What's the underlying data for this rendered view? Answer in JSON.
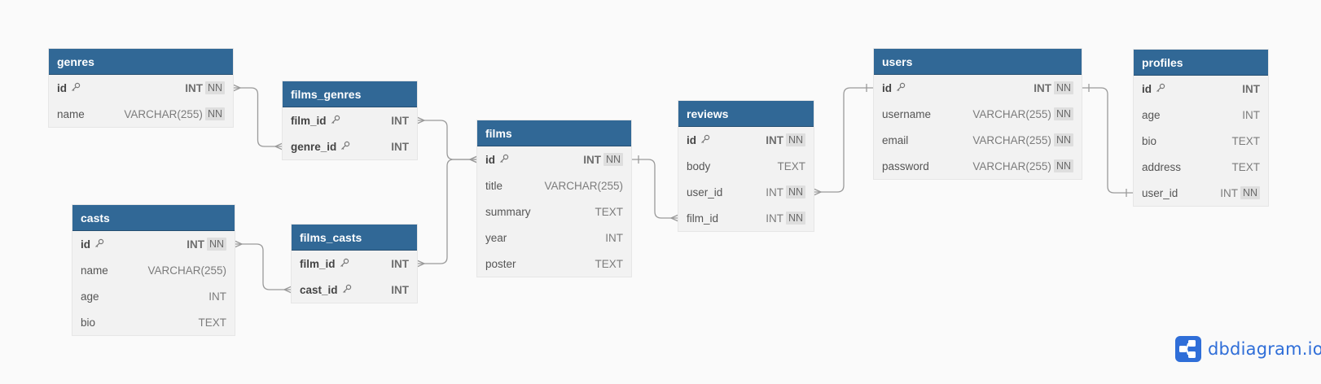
{
  "tables": [
    {
      "key": "genres",
      "name": "genres",
      "fields": [
        {
          "name": "id",
          "pk": true,
          "type": "INT",
          "nn": true
        },
        {
          "name": "name",
          "pk": false,
          "type": "VARCHAR(255)",
          "nn": true
        }
      ]
    },
    {
      "key": "films_genres",
      "name": "films_genres",
      "fields": [
        {
          "name": "film_id",
          "pk": true,
          "type": "INT",
          "nn": false
        },
        {
          "name": "genre_id",
          "pk": true,
          "type": "INT",
          "nn": false
        }
      ]
    },
    {
      "key": "films",
      "name": "films",
      "fields": [
        {
          "name": "id",
          "pk": true,
          "type": "INT",
          "nn": true
        },
        {
          "name": "title",
          "pk": false,
          "type": "VARCHAR(255)",
          "nn": false
        },
        {
          "name": "summary",
          "pk": false,
          "type": "TEXT",
          "nn": false
        },
        {
          "name": "year",
          "pk": false,
          "type": "INT",
          "nn": false
        },
        {
          "name": "poster",
          "pk": false,
          "type": "TEXT",
          "nn": false
        }
      ]
    },
    {
      "key": "reviews",
      "name": "reviews",
      "fields": [
        {
          "name": "id",
          "pk": true,
          "type": "INT",
          "nn": true
        },
        {
          "name": "body",
          "pk": false,
          "type": "TEXT",
          "nn": false
        },
        {
          "name": "user_id",
          "pk": false,
          "type": "INT",
          "nn": true
        },
        {
          "name": "film_id",
          "pk": false,
          "type": "INT",
          "nn": true
        }
      ]
    },
    {
      "key": "users",
      "name": "users",
      "fields": [
        {
          "name": "id",
          "pk": true,
          "type": "INT",
          "nn": true
        },
        {
          "name": "username",
          "pk": false,
          "type": "VARCHAR(255)",
          "nn": true
        },
        {
          "name": "email",
          "pk": false,
          "type": "VARCHAR(255)",
          "nn": true
        },
        {
          "name": "password",
          "pk": false,
          "type": "VARCHAR(255)",
          "nn": true
        }
      ]
    },
    {
      "key": "profiles",
      "name": "profiles",
      "fields": [
        {
          "name": "id",
          "pk": true,
          "type": "INT",
          "nn": false
        },
        {
          "name": "age",
          "pk": false,
          "type": "INT",
          "nn": false
        },
        {
          "name": "bio",
          "pk": false,
          "type": "TEXT",
          "nn": false
        },
        {
          "name": "address",
          "pk": false,
          "type": "TEXT",
          "nn": false
        },
        {
          "name": "user_id",
          "pk": false,
          "type": "INT",
          "nn": true
        }
      ]
    },
    {
      "key": "casts",
      "name": "casts",
      "fields": [
        {
          "name": "id",
          "pk": true,
          "type": "INT",
          "nn": true
        },
        {
          "name": "name",
          "pk": false,
          "type": "VARCHAR(255)",
          "nn": false
        },
        {
          "name": "age",
          "pk": false,
          "type": "INT",
          "nn": false
        },
        {
          "name": "bio",
          "pk": false,
          "type": "TEXT",
          "nn": false
        }
      ]
    },
    {
      "key": "films_casts",
      "name": "films_casts",
      "fields": [
        {
          "name": "film_id",
          "pk": true,
          "type": "INT",
          "nn": false
        },
        {
          "name": "cast_id",
          "pk": true,
          "type": "INT",
          "nn": false
        }
      ]
    }
  ],
  "relations": [
    {
      "from": "genres.id",
      "from_card": "many",
      "to": "films_genres.genre_id",
      "to_card": "many"
    },
    {
      "from": "films_genres.film_id",
      "from_card": "many",
      "to": "films.id",
      "to_card": "many"
    },
    {
      "from": "casts.id",
      "from_card": "many",
      "to": "films_casts.cast_id",
      "to_card": "many"
    },
    {
      "from": "films_casts.film_id",
      "from_card": "many",
      "to": "films.id",
      "to_card": "many"
    },
    {
      "from": "films.id",
      "from_card": "one",
      "to": "reviews.film_id",
      "to_card": "many"
    },
    {
      "from": "reviews.user_id",
      "from_card": "many",
      "to": "users.id",
      "to_card": "one"
    },
    {
      "from": "users.id",
      "from_card": "one",
      "to": "profiles.user_id",
      "to_card": "one"
    }
  ],
  "nn_label": "NN",
  "brand": {
    "text": "dbdiagram.io",
    "color": "#2f6ed8"
  },
  "colors": {
    "header": "#316896",
    "body": "#f2f2f2",
    "background": "#fafafa",
    "link": "#9a9a9a"
  },
  "icons": {
    "primary_key": "key-icon",
    "brand": "share-nodes-icon"
  }
}
